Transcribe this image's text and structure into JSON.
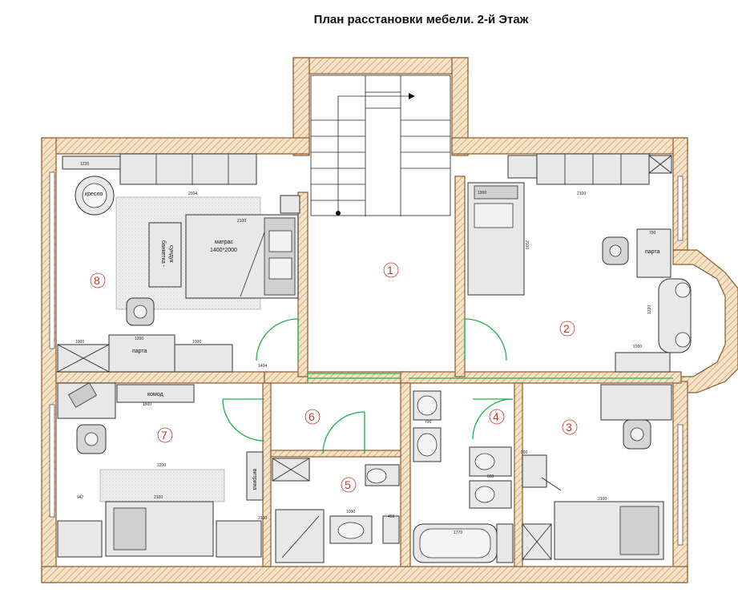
{
  "title": "План расстановки мебели. 2-й Этаж",
  "rooms": [
    {
      "number": "1"
    },
    {
      "number": "2"
    },
    {
      "number": "3"
    },
    {
      "number": "4"
    },
    {
      "number": "5"
    },
    {
      "number": "6"
    },
    {
      "number": "7"
    },
    {
      "number": "8"
    }
  ],
  "labels": {
    "armchair": "кресло",
    "mattress_line1": "матрас",
    "mattress_line2": "1400*2000",
    "banquette_line1": "банкетка -",
    "banquette_line2": "сундук",
    "desk": "парта",
    "dresser": "комод",
    "vitrine": "витрина"
  },
  "dimensions": {
    "d1": "1235",
    "d2": "2004",
    "d3": "2100",
    "d4": "1200",
    "d5": "1000",
    "d6": "1000",
    "d7": "1404",
    "d8": "1500",
    "d9": "2200",
    "d10": "2100",
    "d11": "947",
    "d12": "2100",
    "d13": "1900",
    "d14": "2100",
    "d15": "700",
    "d16": "1000",
    "d17": "700",
    "d18": "1770",
    "d19": "1000",
    "d20": "450",
    "d21": "2100",
    "d22": "300",
    "d23": "600",
    "d24": "2100",
    "d25": "1220"
  }
}
